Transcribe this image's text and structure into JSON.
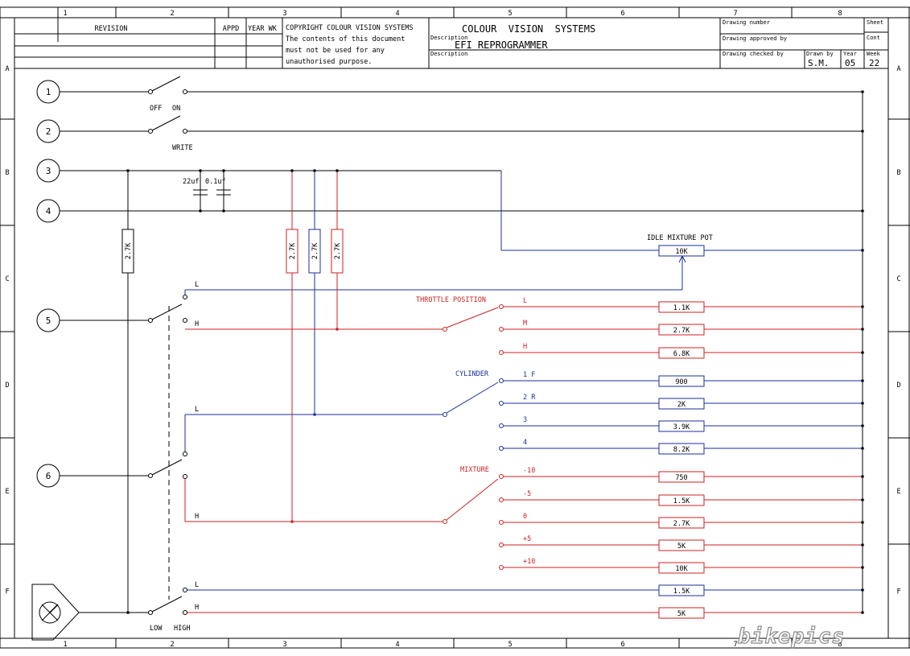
{
  "colors": {
    "black": "#000000",
    "red": "#cc2222",
    "blue": "#1a2f9a"
  },
  "grid": {
    "columns": [
      "1",
      "2",
      "3",
      "4",
      "5",
      "6",
      "7",
      "8"
    ],
    "rows": [
      "A",
      "B",
      "C",
      "D",
      "E",
      "F"
    ]
  },
  "title_block": {
    "revision": "REVISION",
    "appd": "APPD",
    "year_wk": "YEAR WK",
    "copyright": [
      "COPYRIGHT COLOUR VISION SYSTEMS",
      "The contents of this document",
      "must not be used for any",
      "unauthorised purpose."
    ],
    "company": "COLOUR  VISION  SYSTEMS",
    "description_label": "Description",
    "title": "EFI REPROGRAMMER",
    "drawing_number_label": "Drawing number",
    "drawing_approved_label": "Drawing approved by",
    "drawing_checked_label": "Drawing checked by",
    "drawn_by_label": "Drawn by",
    "year_label": "Year",
    "week_label": "Week",
    "sheet_label": "Sheet",
    "cont_label": "Cont",
    "drawn_by": "S.M.",
    "year": "05",
    "week": "22"
  },
  "terminals": [
    "1",
    "2",
    "3",
    "4",
    "5",
    "6"
  ],
  "switch_labels": {
    "off": "OFF",
    "on": "ON",
    "write": "WRITE",
    "low": "LOW",
    "high": "HIGH",
    "l": "L",
    "h": "H"
  },
  "capacitors": [
    "22uf",
    "0.1uf"
  ],
  "pullups": [
    "2.7K",
    "2.7K",
    "2.7K",
    "2.7K"
  ],
  "idle": {
    "label": "IDLE MIXTURE POT",
    "value": "10K"
  },
  "throttle": {
    "label": "THROTTLE POSITION",
    "positions": [
      {
        "tag": "L",
        "value": "1.1K"
      },
      {
        "tag": "M",
        "value": "2.7K"
      },
      {
        "tag": "H",
        "value": "6.8K"
      }
    ]
  },
  "cylinder": {
    "label": "CYLINDER",
    "positions": [
      {
        "tag": "1 F",
        "value": "900"
      },
      {
        "tag": "2 R",
        "value": "2K"
      },
      {
        "tag": "3",
        "value": "3.9K"
      },
      {
        "tag": "4",
        "value": "8.2K"
      }
    ]
  },
  "mixture": {
    "label": "MIXTURE",
    "positions": [
      {
        "tag": "-10",
        "value": "750"
      },
      {
        "tag": "-5",
        "value": "1.5K"
      },
      {
        "tag": "0",
        "value": "2.7K"
      },
      {
        "tag": "+5",
        "value": "5K"
      },
      {
        "tag": "+10",
        "value": "10K"
      }
    ]
  },
  "output": {
    "low_value": "1.5K",
    "high_value": "5K"
  },
  "watermark": "bikepics"
}
